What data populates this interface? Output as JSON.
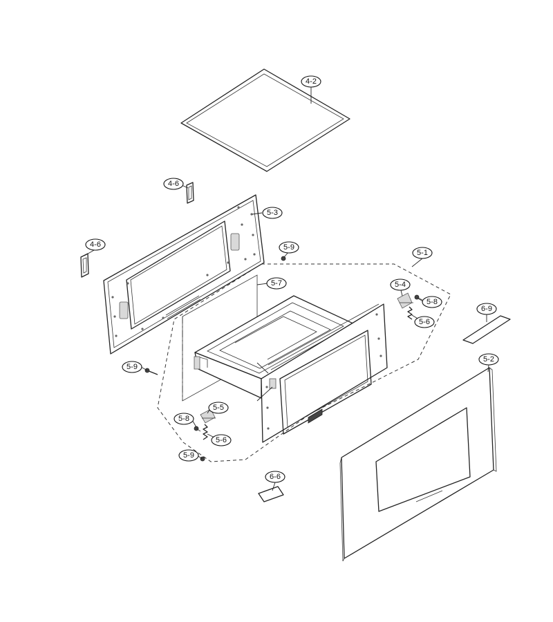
{
  "callouts": [
    {
      "id": "c-4-2",
      "label": "4-2"
    },
    {
      "id": "c-4-6a",
      "label": "4-6"
    },
    {
      "id": "c-4-6b",
      "label": "4-6"
    },
    {
      "id": "c-5-3",
      "label": "5-3"
    },
    {
      "id": "c-5-9a",
      "label": "5-9"
    },
    {
      "id": "c-5-1",
      "label": "5-1"
    },
    {
      "id": "c-5-7",
      "label": "5-7"
    },
    {
      "id": "c-5-4",
      "label": "5-4"
    },
    {
      "id": "c-5-8a",
      "label": "5-8"
    },
    {
      "id": "c-5-6a",
      "label": "5-6"
    },
    {
      "id": "c-6-9",
      "label": "6-9"
    },
    {
      "id": "c-5-2",
      "label": "5-2"
    },
    {
      "id": "c-5-9b",
      "label": "5-9"
    },
    {
      "id": "c-5-5",
      "label": "5-5"
    },
    {
      "id": "c-5-8b",
      "label": "5-8"
    },
    {
      "id": "c-5-6b",
      "label": "5-6"
    },
    {
      "id": "c-5-9c",
      "label": "5-9"
    },
    {
      "id": "c-6-6",
      "label": "6-6"
    }
  ]
}
